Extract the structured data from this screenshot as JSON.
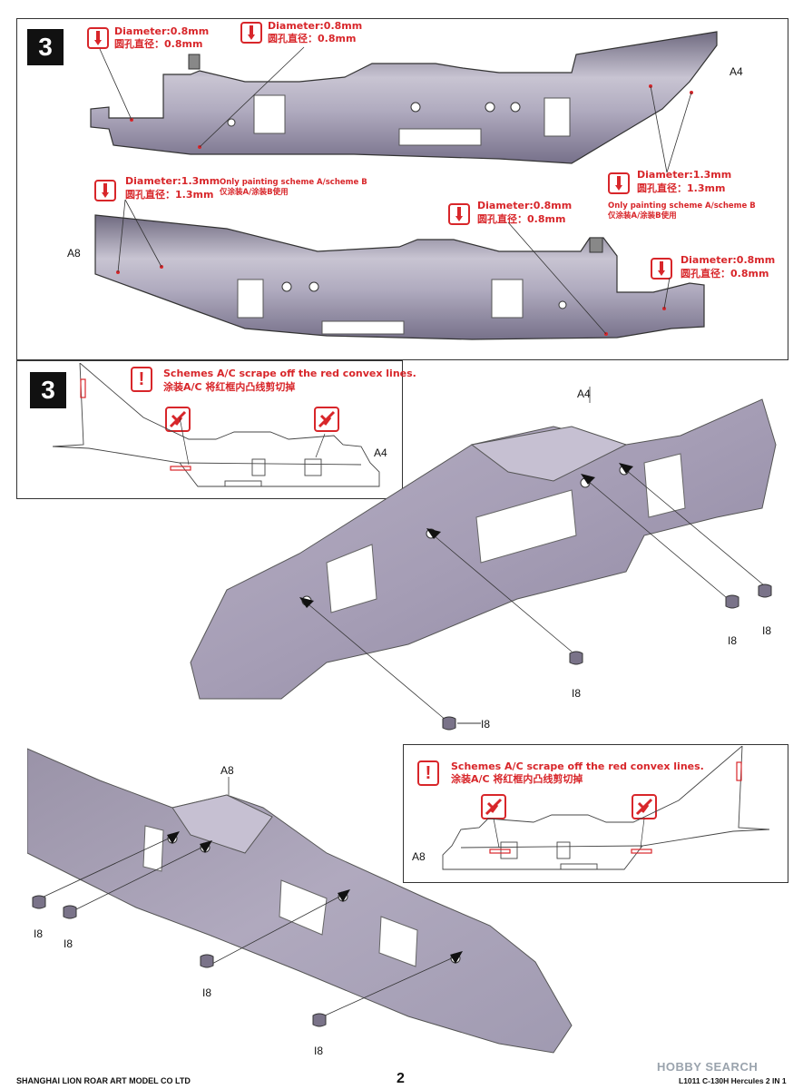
{
  "step_top": {
    "number": "3"
  },
  "drill_notes": [
    {
      "en": "Diameter:0.8mm",
      "cn": "圆孔直径：0.8mm"
    },
    {
      "en": "Diameter:0.8mm",
      "cn": "圆孔直径：0.8mm"
    },
    {
      "en": "Diameter:1.3mm",
      "cn": "圆孔直径：1.3mm"
    },
    {
      "en": "Diameter:1.3mm",
      "cn": "圆孔直径：1.3mm"
    },
    {
      "en": "Diameter:0.8mm",
      "cn": "圆孔直径：0.8mm"
    },
    {
      "en": "Diameter:0.8mm",
      "cn": "圆孔直径：0.8mm"
    }
  ],
  "scheme_note_1": {
    "en": "Only painting scheme A/scheme B",
    "cn": "仅涂装A/涂装B使用"
  },
  "scheme_note_2": {
    "en": "Only painting scheme A/scheme B",
    "cn": "仅涂装A/涂装B使用"
  },
  "part_labels": {
    "a4": "A4",
    "a8": "A8",
    "i8": "I8"
  },
  "step_mid": {
    "number": "3"
  },
  "scrape_note_1": {
    "en": "Schemes A/C scrape off the red convex lines.",
    "cn": "涂装A/C 将红框内凸线剪切掉"
  },
  "scrape_note_2": {
    "en": "Schemes A/C scrape off the red convex lines.",
    "cn": "涂装A/C 将红框内凸线剪切掉"
  },
  "excl_mark": "!",
  "footer": {
    "company": "SHANGHAI LION ROAR ART MODEL CO LTD",
    "page": "2",
    "product": "L1011 C-130H Hercules 2 IN 1",
    "watermark": "HOBBY SEARCH"
  },
  "colors": {
    "accent": "#d8262a",
    "part_shade": "#9a93a8"
  }
}
